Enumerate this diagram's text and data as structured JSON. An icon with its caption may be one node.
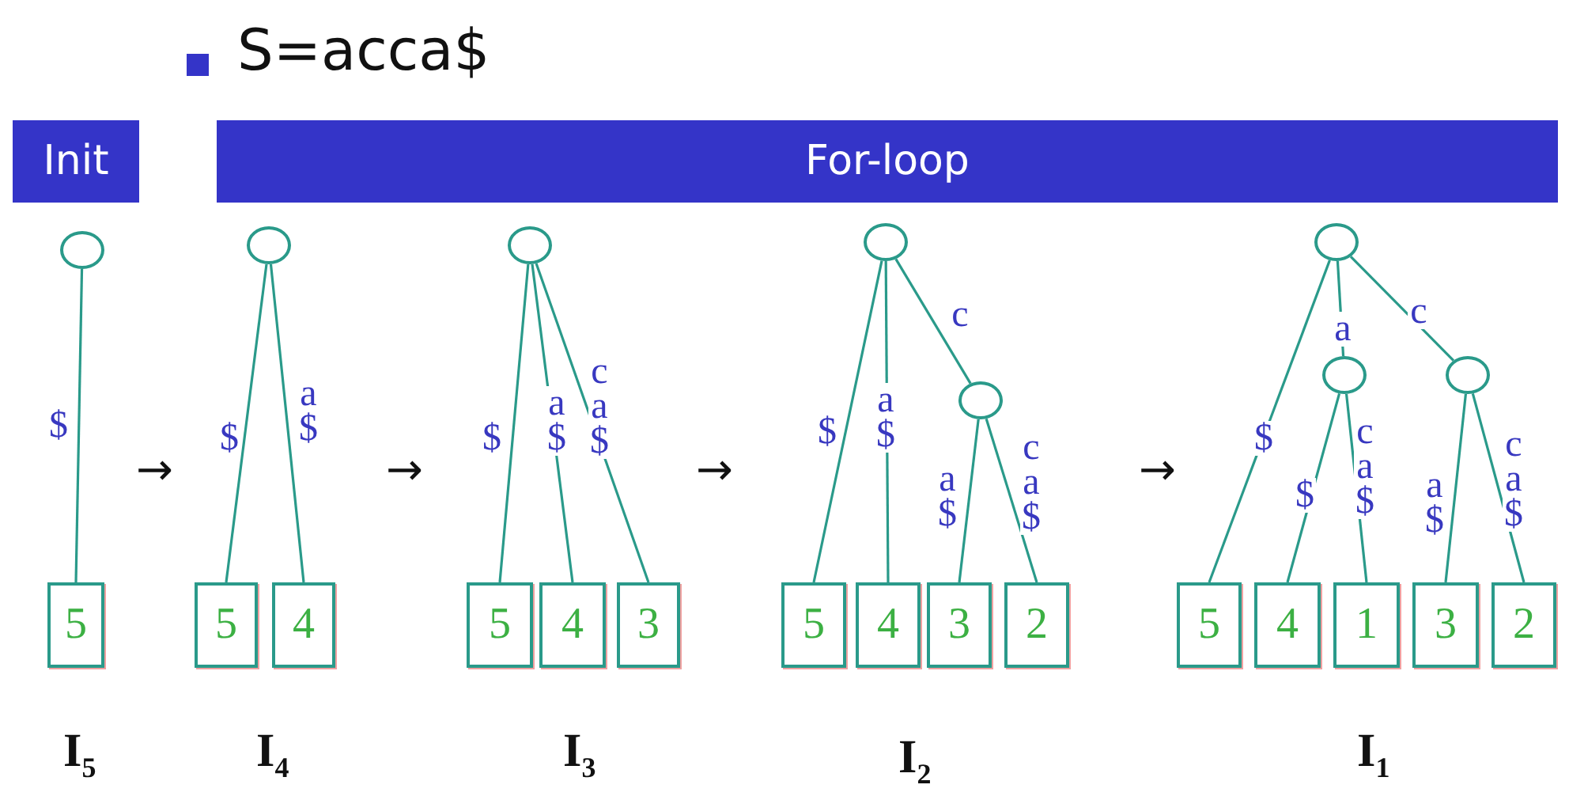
{
  "diagram": {
    "title": "S=acca$",
    "nodes": [
      {
        "text": [
          "Init"
        ]
      },
      {
        "text": [
          "For-loop"
        ]
      },
      {
        "text": [],
        "shape": "circle"
      },
      {
        "text": [
          "5"
        ]
      },
      {
        "text": [],
        "shape": "circle"
      },
      {
        "text": [
          "5"
        ]
      },
      {
        "text": [
          "4"
        ]
      },
      {
        "text": [],
        "shape": "circle"
      },
      {
        "text": [
          "5"
        ]
      },
      {
        "text": [
          "4"
        ]
      },
      {
        "text": [
          "3"
        ]
      },
      {
        "text": [],
        "shape": "circle"
      },
      {
        "text": [],
        "shape": "circle"
      },
      {
        "text": [
          "5"
        ]
      },
      {
        "text": [
          "4"
        ]
      },
      {
        "text": [
          "3"
        ]
      },
      {
        "text": [
          "2"
        ]
      },
      {
        "text": [],
        "shape": "circle"
      },
      {
        "text": [],
        "shape": "circle"
      },
      {
        "text": [],
        "shape": "circle"
      },
      {
        "text": [
          "5"
        ]
      },
      {
        "text": [
          "4"
        ]
      },
      {
        "text": [
          "1"
        ]
      },
      {
        "text": [
          "3"
        ]
      },
      {
        "text": [
          "2"
        ]
      }
    ],
    "edges": [
      {
        "from": 2,
        "to": 3,
        "arrow": "none",
        "label": "$"
      },
      {
        "from": 4,
        "to": 5,
        "arrow": "none",
        "label": "$"
      },
      {
        "from": 4,
        "to": 6,
        "arrow": "none",
        "label": "a$"
      },
      {
        "from": 7,
        "to": 8,
        "arrow": "none",
        "label": "$"
      },
      {
        "from": 7,
        "to": 9,
        "arrow": "none",
        "label": "a$"
      },
      {
        "from": 7,
        "to": 10,
        "arrow": "none",
        "label": "ca$"
      },
      {
        "from": 11,
        "to": 13,
        "arrow": "none",
        "label": "$"
      },
      {
        "from": 11,
        "to": 14,
        "arrow": "none",
        "label": "a$"
      },
      {
        "from": 11,
        "to": 12,
        "arrow": "none",
        "label": "c"
      },
      {
        "from": 12,
        "to": 15,
        "arrow": "none",
        "label": "a$"
      },
      {
        "from": 12,
        "to": 16,
        "arrow": "none",
        "label": "ca$"
      },
      {
        "from": 17,
        "to": 20,
        "arrow": "none",
        "label": "$"
      },
      {
        "from": 17,
        "to": 18,
        "arrow": "none",
        "label": "a"
      },
      {
        "from": 17,
        "to": 19,
        "arrow": "none",
        "label": "c"
      },
      {
        "from": 18,
        "to": 21,
        "arrow": "none",
        "label": "$"
      },
      {
        "from": 18,
        "to": 22,
        "arrow": "none",
        "label": "ca$"
      },
      {
        "from": 19,
        "to": 23,
        "arrow": "none",
        "label": "a$"
      },
      {
        "from": 19,
        "to": 24,
        "arrow": "none",
        "label": "ca$"
      }
    ],
    "labels": [
      "→",
      "→",
      "→",
      "→",
      "I$_{5}$",
      "I$_{4}$",
      "I$_{3}$",
      "I$_{2}$",
      "I$_{1}$"
    ]
  }
}
